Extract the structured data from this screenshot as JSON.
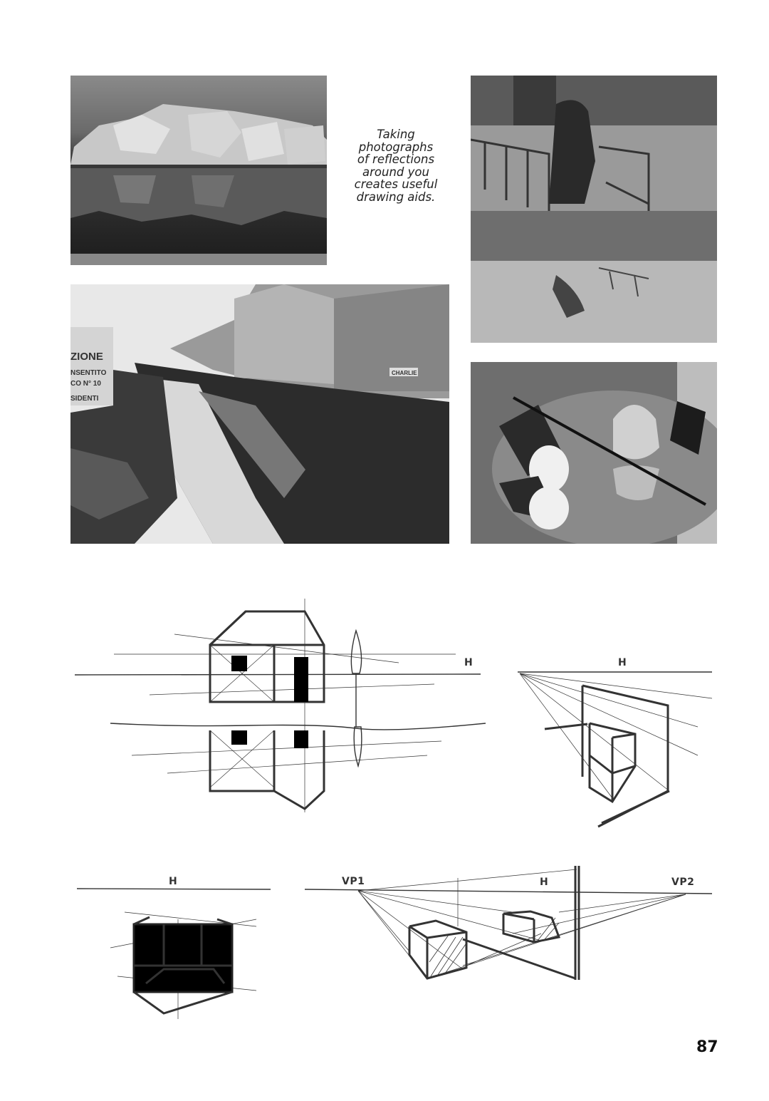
{
  "caption": {
    "lines": [
      "Taking",
      "photographs",
      "of reflections",
      "around you",
      "creates useful",
      "drawing aids."
    ]
  },
  "photos": {
    "canal_sign": [
      "ZIONE",
      "NSENTITO",
      "CO N° 10",
      "SIDENTI"
    ],
    "canal_shop": "CHARLIE"
  },
  "diagrams": {
    "house_horizon_label": "H",
    "box_horizon_label": "H",
    "frame_horizon_label": "H",
    "two_point": {
      "vp1_label": "VP1",
      "horizon_label": "H",
      "vp2_label": "VP2"
    }
  },
  "page_number": "87"
}
